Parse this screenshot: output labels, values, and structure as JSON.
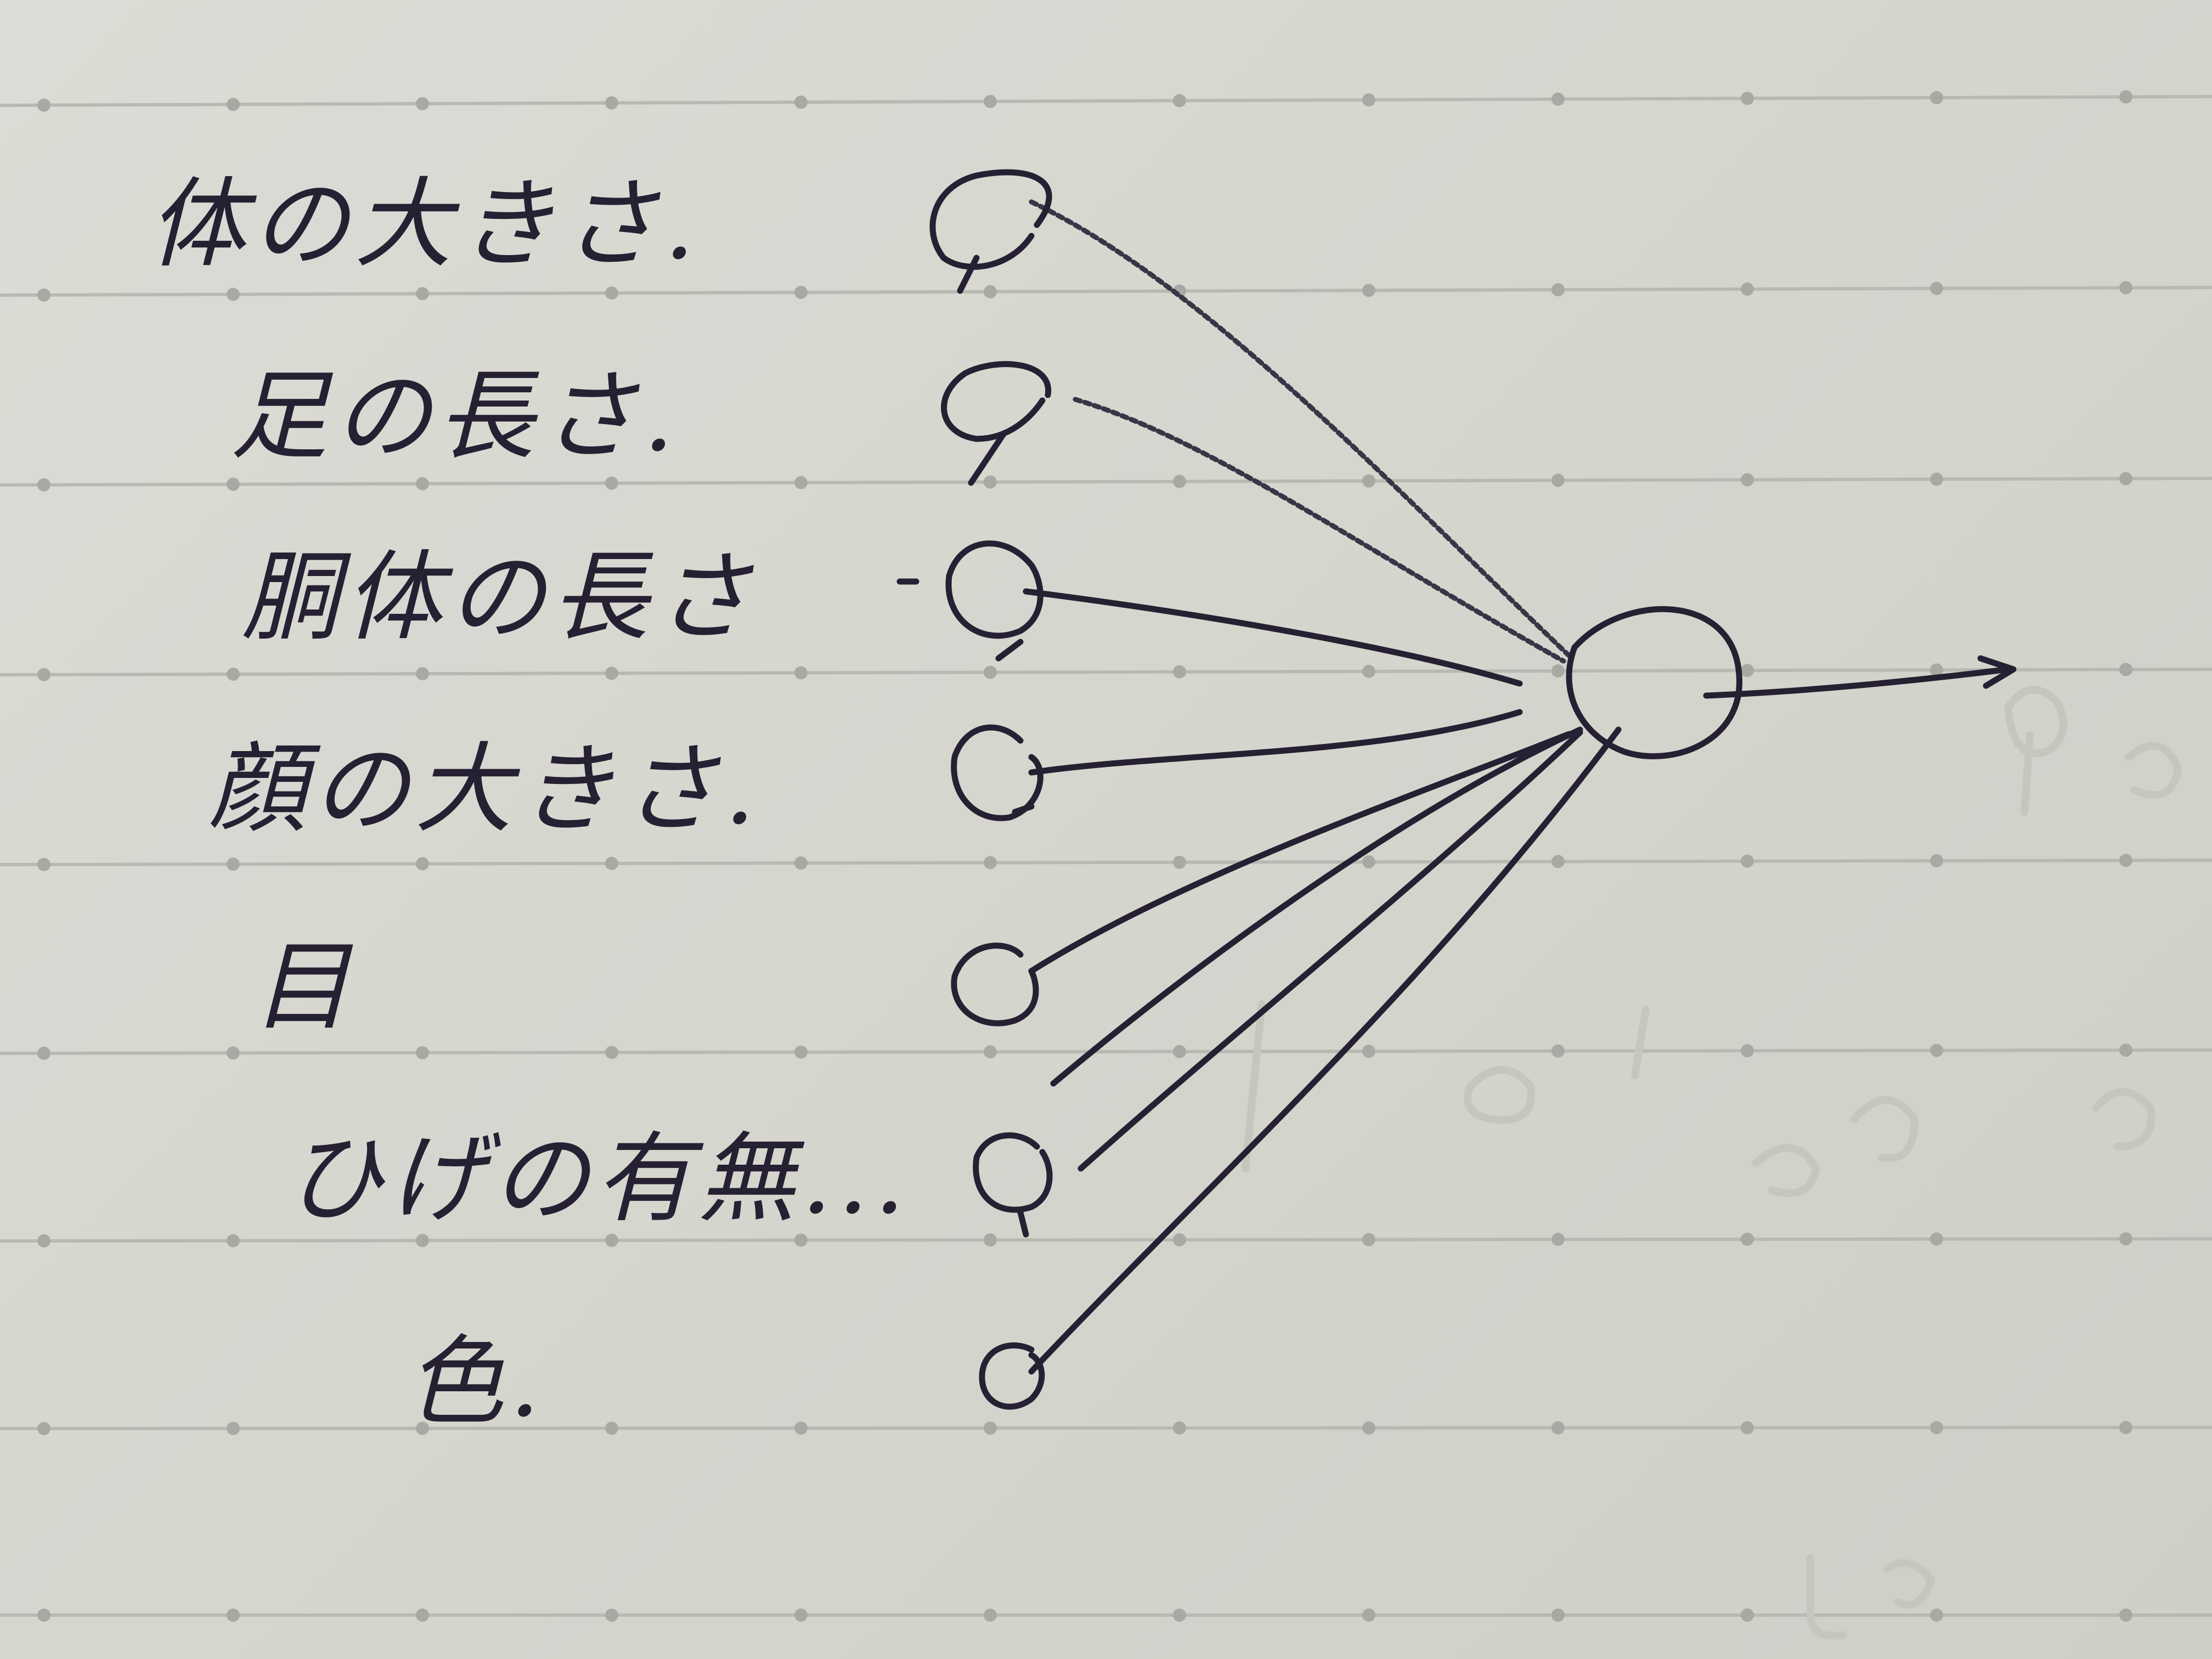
{
  "diagram": {
    "kind": "single neuron (perceptron) sketch",
    "inputs": [
      {
        "id": "in1",
        "label": "体の大きさ."
      },
      {
        "id": "in2",
        "label": "足の長さ."
      },
      {
        "id": "in3",
        "label": "胴体の長さ"
      },
      {
        "id": "in4",
        "label": "顔の大きさ."
      },
      {
        "id": "in5",
        "label": "目"
      },
      {
        "id": "in6",
        "label": "ひげの有無..."
      },
      {
        "id": "in7",
        "label": "色."
      }
    ],
    "output_node": {
      "id": "out"
    },
    "connections": [
      {
        "from": "in1",
        "to": "out",
        "style": "dashed"
      },
      {
        "from": "in2",
        "to": "out",
        "style": "dashed"
      },
      {
        "from": "in3",
        "to": "out",
        "style": "solid"
      },
      {
        "from": "in4",
        "to": "out",
        "style": "solid"
      },
      {
        "from": "in5",
        "to": "out",
        "style": "solid"
      },
      {
        "from": "in6",
        "to": "out",
        "style": "solid"
      },
      {
        "from": "in7",
        "to": "out",
        "style": "solid"
      }
    ],
    "output_arrow": true
  }
}
